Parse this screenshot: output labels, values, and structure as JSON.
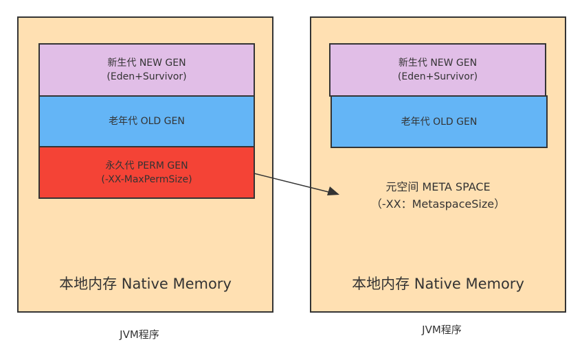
{
  "left_panel": {
    "new_gen": {
      "line1": "新生代  NEW GEN",
      "line2": "(Eden+Survivor)"
    },
    "old_gen": {
      "line1": "老年代 OLD GEN"
    },
    "perm_gen": {
      "line1": "永久代 PERM GEN",
      "line2": "(-XX-MaxPermSize)"
    },
    "native_memory": "本地内存 Native Memory",
    "caption": "JVM程序"
  },
  "right_panel": {
    "new_gen": {
      "line1": "新生代  NEW GEN",
      "line2": "(Eden+Survivor)"
    },
    "old_gen": {
      "line1": "老年代 OLD GEN"
    },
    "meta_space": {
      "line1": "元空间 META SPACE",
      "line2": "（-XX：MetaspaceSize）"
    },
    "native_memory": "本地内存 Native Memory",
    "caption": "JVM程序"
  },
  "colors": {
    "panel_fill": "#ffe0b2",
    "new_gen": "#e1bee7",
    "old_gen": "#64b5f6",
    "perm_gen": "#f44336",
    "stroke": "#333333"
  }
}
